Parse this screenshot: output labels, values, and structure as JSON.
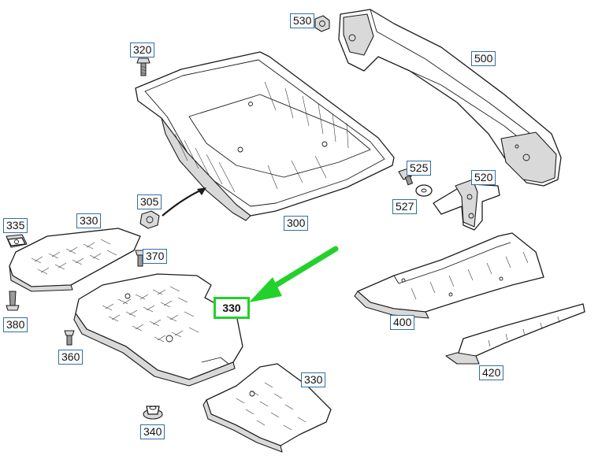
{
  "colors": {
    "callout_border": "#2f6fa8",
    "highlight": "#22d12b",
    "line": "#1c1c1c",
    "fill_shade": "#d9d9d9"
  },
  "labels": {
    "p300": "300",
    "p305": "305",
    "p320": "320",
    "p330a": "330",
    "p330b": "330",
    "p330c": "330",
    "p335": "335",
    "p340": "340",
    "p360": "360",
    "p370": "370",
    "p380": "380",
    "p400": "400",
    "p420": "420",
    "p500": "500",
    "p520": "520",
    "p525": "525",
    "p527": "527",
    "p530": "530"
  },
  "highlighted_part": "330"
}
